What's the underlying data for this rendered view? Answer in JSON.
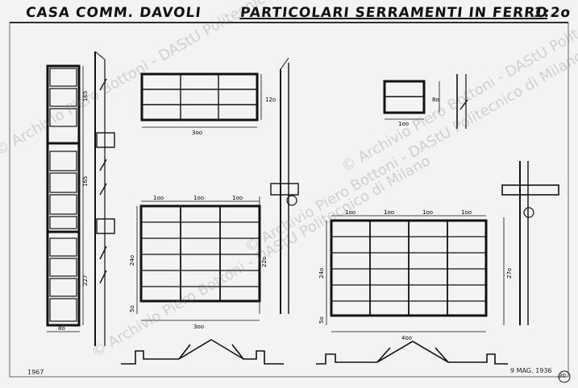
{
  "header": {
    "left": "CASA COMM. DAVOLI",
    "center": "PARTICOLARI SERRAMENTI IN FERRO",
    "scale": "1:2o"
  },
  "footer": {
    "left": "1967",
    "date": "9 MAG. 1936",
    "sheet_no": "30"
  },
  "dimensions": {
    "tall_window_segments": [
      "165",
      "165",
      "227"
    ],
    "tall_window_width": "8o",
    "top_small_window_height": "12o",
    "top_small_window_width": "3oo",
    "tiny_window_height": "8o",
    "tiny_window_width": "1oo",
    "mid_window_top": [
      "1oo",
      "1oo",
      "1oo"
    ],
    "mid_window_height": "24o",
    "mid_window_sill": "5o",
    "mid_window_width": "3oo",
    "mid_section_height": "22o",
    "right_window_top": [
      "1oo",
      "1oo",
      "1oo",
      "1oo"
    ],
    "right_window_height": "24o",
    "right_window_sill": "5o",
    "right_window_width": "4oo",
    "right_section_height": "27o"
  },
  "watermarks": [
    "© Archivio Piero Bottoni - DAStU Politecnico di Milano",
    "© Archivio Piero Bottoni - DAStU Politecnico di Milano",
    "© Archivio Piero Bottoni - DAStU Politecnico di Milano",
    "© Archivio Piero Bottoni - DAStU Politecnico di Milano"
  ]
}
